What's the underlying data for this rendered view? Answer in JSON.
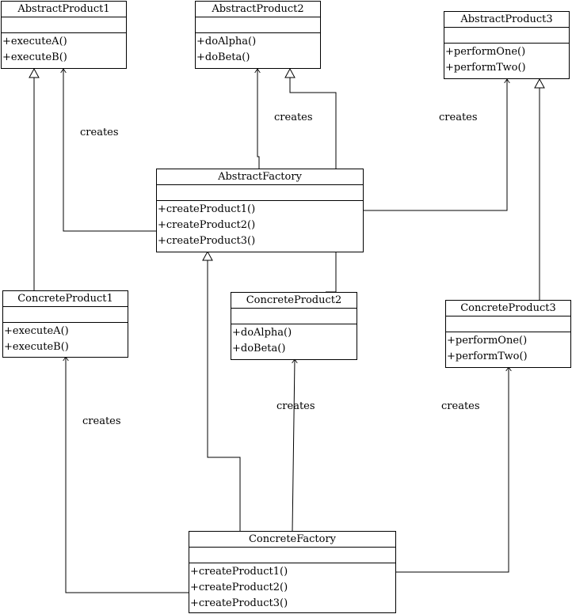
{
  "classes": {
    "abstract_product1": {
      "name": "AbstractProduct1",
      "ops": [
        "+executeA()",
        "+executeB()"
      ]
    },
    "abstract_product2": {
      "name": "AbstractProduct2",
      "ops": [
        "+doAlpha()",
        "+doBeta()"
      ]
    },
    "abstract_product3": {
      "name": "AbstractProduct3",
      "ops": [
        "+performOne()",
        "+performTwo()"
      ]
    },
    "abstract_factory": {
      "name": "AbstractFactory",
      "ops": [
        "+createProduct1()",
        "+createProduct2()",
        "+createProduct3()"
      ]
    },
    "concrete_product1": {
      "name": "ConcreteProduct1",
      "ops": [
        "+executeA()",
        "+executeB()"
      ]
    },
    "concrete_product2": {
      "name": "ConcreteProduct2",
      "ops": [
        "+doAlpha()",
        "+doBeta()"
      ]
    },
    "concrete_product3": {
      "name": "ConcreteProduct3",
      "ops": [
        "+performOne()",
        "+performTwo()"
      ]
    },
    "concrete_factory": {
      "name": "ConcreteFactory",
      "ops": [
        "+createProduct1()",
        "+createProduct2()",
        "+createProduct3()"
      ]
    }
  },
  "labels": {
    "af_creates_p1": "creates",
    "af_creates_p2": "creates",
    "af_creates_p3": "creates",
    "cf_creates_p1": "creates",
    "cf_creates_p2": "creates",
    "cf_creates_p3": "creates"
  }
}
